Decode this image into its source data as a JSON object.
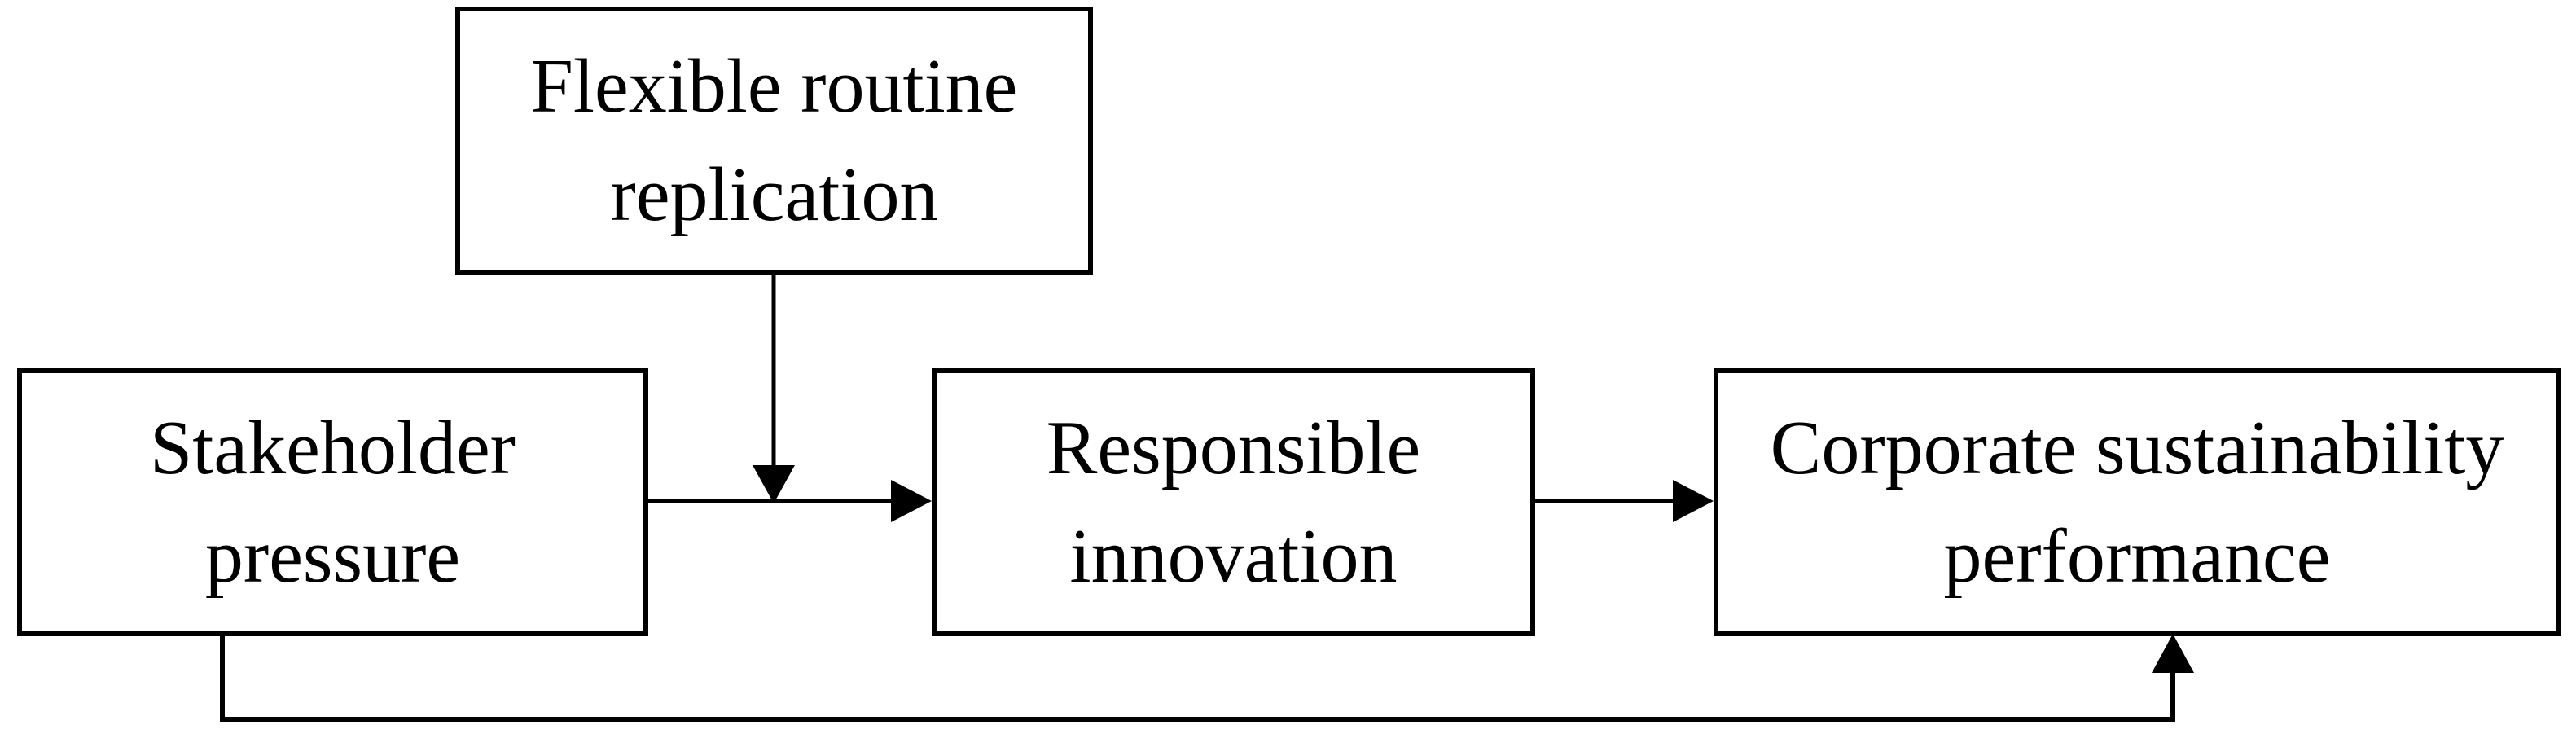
{
  "diagram": {
    "type": "conceptual-model-flowchart",
    "colors": {
      "stroke": "#000000",
      "text": "#000000",
      "background": "#ffffff"
    },
    "nodes": {
      "moderator": {
        "id": "flexible-routine-replication",
        "line1": "Flexible routine",
        "line2": "replication"
      },
      "antecedent": {
        "id": "stakeholder-pressure",
        "line1": "Stakeholder",
        "line2": "pressure"
      },
      "mediator": {
        "id": "responsible-innovation",
        "line1": "Responsible",
        "line2": "innovation"
      },
      "outcome": {
        "id": "corporate-sustainability-performance",
        "line1": "Corporate sustainability",
        "line2": "performance"
      }
    },
    "edges": [
      {
        "from": "flexible-routine-replication",
        "to": "arrow(stakeholder-pressure -> responsible-innovation)",
        "kind": "moderation-arrow"
      },
      {
        "from": "stakeholder-pressure",
        "to": "responsible-innovation",
        "kind": "direct-arrow"
      },
      {
        "from": "responsible-innovation",
        "to": "corporate-sustainability-performance",
        "kind": "direct-arrow"
      },
      {
        "from": "stakeholder-pressure",
        "to": "corporate-sustainability-performance",
        "kind": "direct-arrow-bottom-route"
      }
    ]
  }
}
